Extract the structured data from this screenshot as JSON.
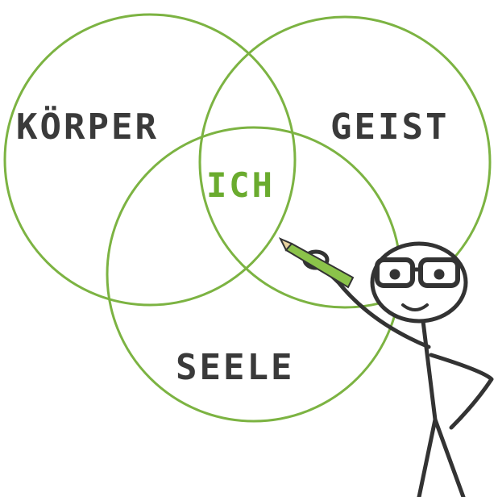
{
  "diagram": {
    "type": "venn",
    "sets": [
      {
        "label": "KÖRPER"
      },
      {
        "label": "GEIST"
      },
      {
        "label": "SEELE"
      }
    ],
    "intersection_label": "ICH"
  },
  "colors": {
    "circle_stroke": "#7cb342",
    "label_text": "#3a3a3a",
    "center_text": "#6aab2e",
    "figure_stroke": "#333333",
    "pencil": "#8bc34a"
  },
  "figure": {
    "description_icon": "stick-figure-with-glasses-holding-pencil"
  }
}
